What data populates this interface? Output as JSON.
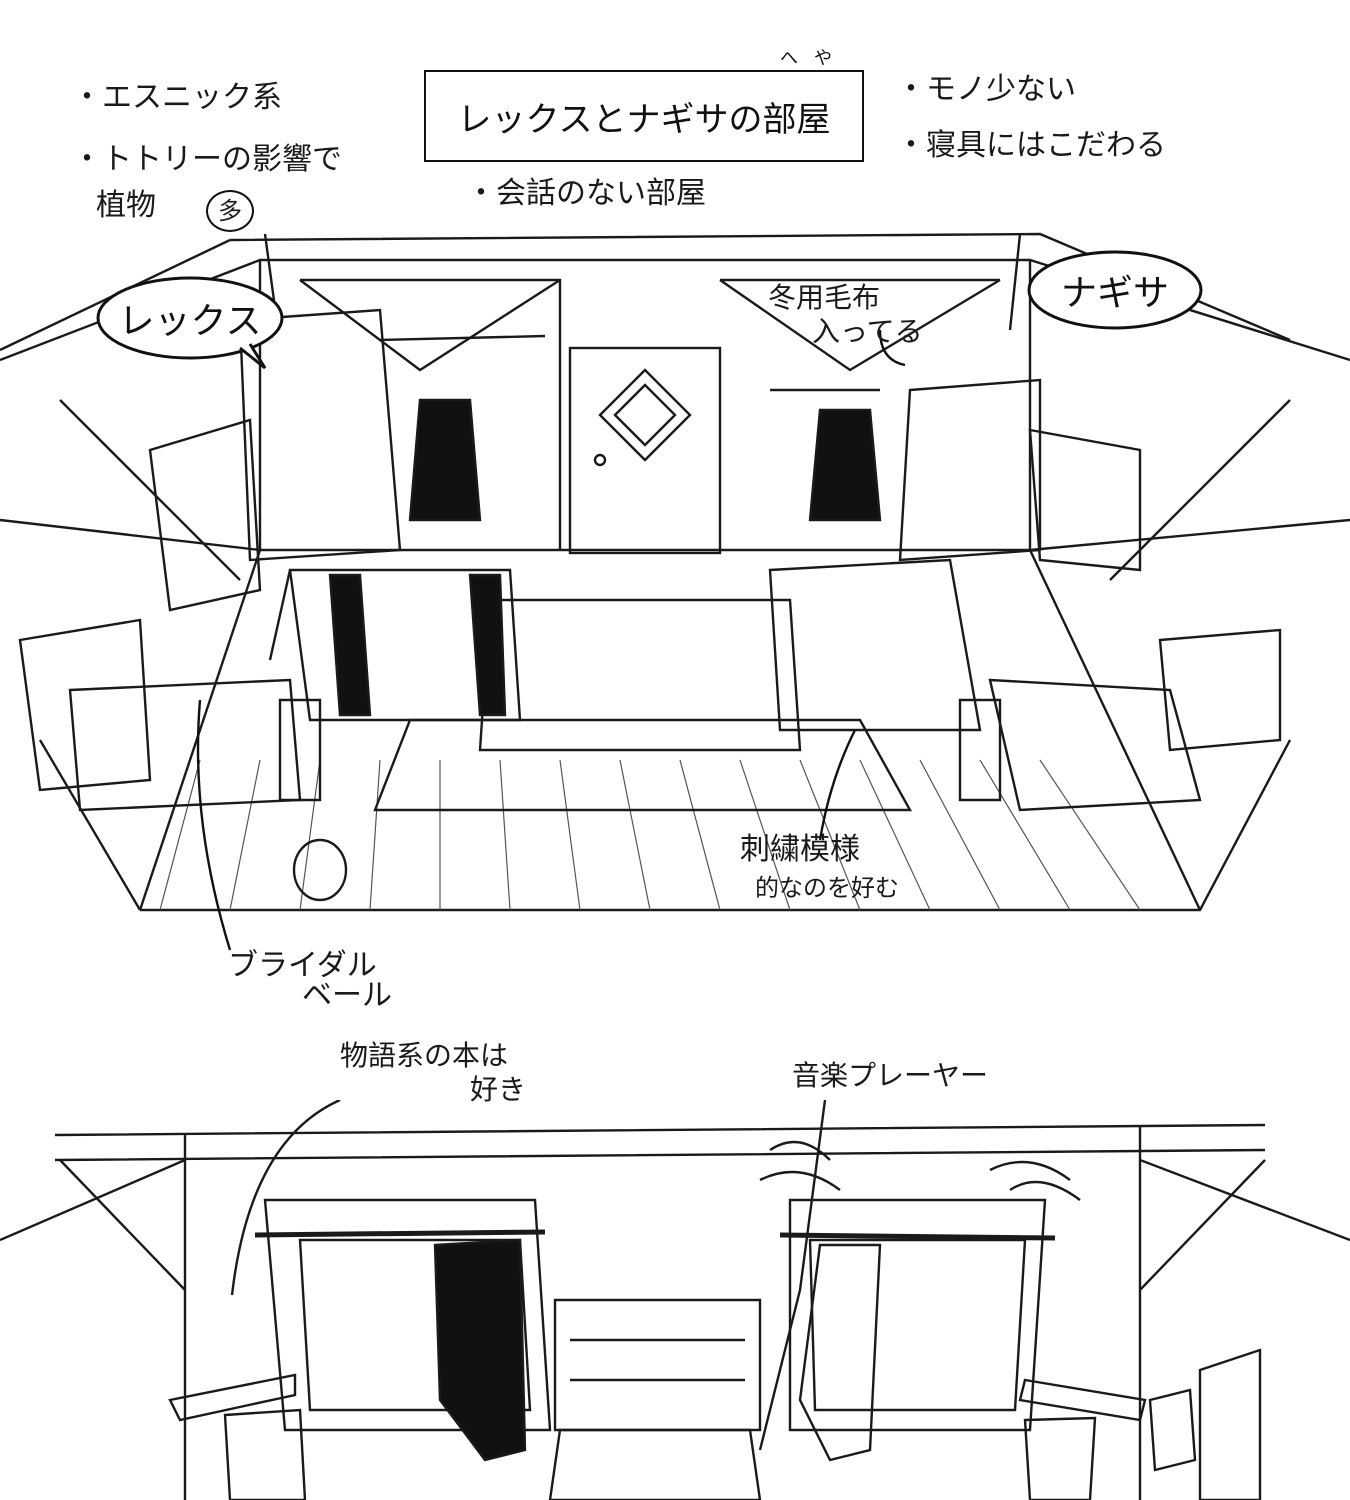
{
  "title": "レックスとナギサの部屋",
  "title_ruby": "へや",
  "notes": {
    "top_left_1": "・エスニック系",
    "top_left_2": "・トトリーの影響で",
    "top_left_3": "植物",
    "top_left_circle": "多",
    "top_center": "・会話のない部屋",
    "top_right_1": "・モノ少ない",
    "top_right_2": "・寝具にはこだわる"
  },
  "labels": {
    "rex": "レックス",
    "nagisa": "ナギサ",
    "winter_blanket_1": "冬用毛布",
    "winter_blanket_2": "入ってる",
    "embroidery_1": "刺繍模様",
    "embroidery_2": "的なのを好む",
    "bridal_veil_1": "ブライダル",
    "bridal_veil_2": "ベール",
    "story_books_1": "物語系の本は",
    "story_books_2": "好き",
    "music_player": "音楽プレーヤー"
  }
}
